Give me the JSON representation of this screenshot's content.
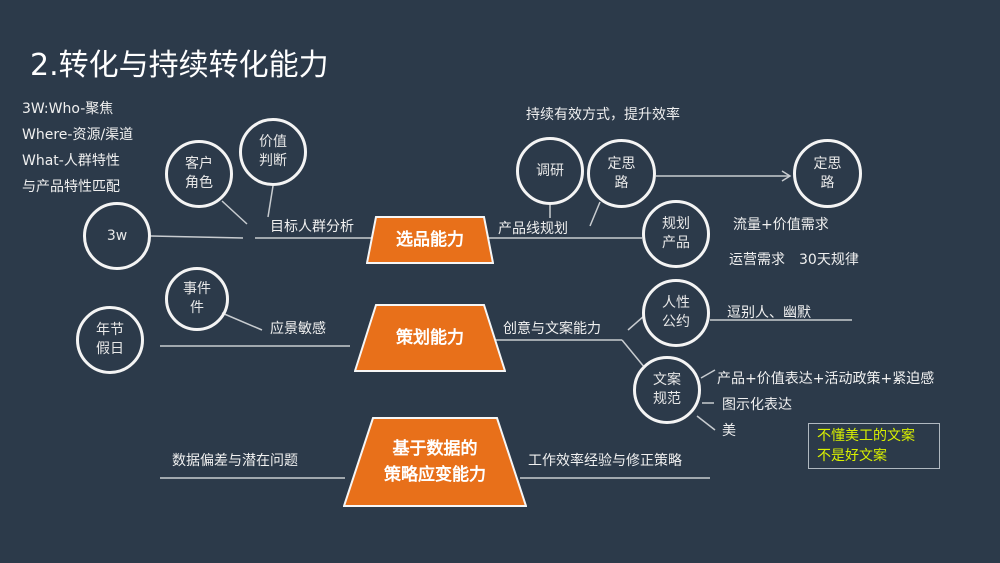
{
  "title": "2.转化与持续转化能力",
  "notes": [
    "3W:Who-聚焦",
    "Where-资源/渠道",
    "What-人群特性",
    "与产品特性匹配"
  ],
  "top_note": "持续有效方式，提升效率",
  "cores": [
    {
      "label": "选品能力"
    },
    {
      "label": "策划能力"
    },
    {
      "label": "基于数据的\n策略应变能力"
    }
  ],
  "circles": {
    "w3": "3w",
    "customer": "客户\n角色",
    "value": "价值\n判断",
    "research": "调研",
    "route1": "定思\n路",
    "route2": "定思\n路",
    "plan": "规划\n产品",
    "event": "事件\n件",
    "holiday": "年节\n假日",
    "human": "人性\n公约",
    "copy": "文案\n规范"
  },
  "labels": {
    "target": "目标人群分析",
    "product_line": "产品线规划",
    "traffic": "流量+价值需求",
    "ops": "运营需求　30天规律",
    "scene": "应景敏感",
    "creative": "创意与文案能力",
    "tease": "逗别人、幽默",
    "copy1": "产品+价值表达+活动政策+紧迫感",
    "copy2": "图示化表达",
    "copy3": "美",
    "data_bias": "数据偏差与潜在问题",
    "efficiency": "工作效率经验与修正策略"
  },
  "callout": "不懂美工的文案\n不是好文案",
  "colors": {
    "background": "#2c3a4a",
    "accent": "#e8701a",
    "callout_text": "#d9f000"
  }
}
